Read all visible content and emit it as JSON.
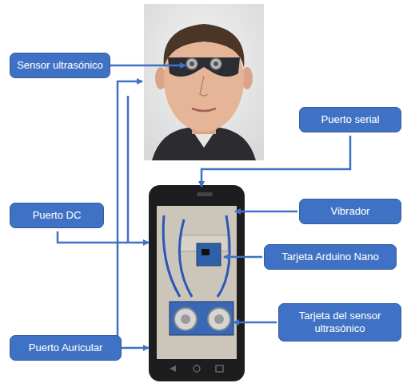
{
  "diagram": {
    "nodes": [
      {
        "text": [
          "Sensor ultrasónico"
        ]
      },
      {
        "text": [
          "Puerto serial"
        ]
      },
      {
        "text": [
          "Puerto DC"
        ]
      },
      {
        "text": [
          "Vibrador"
        ]
      },
      {
        "text": [
          "Tarjeta Arduino Nano"
        ]
      },
      {
        "text": [
          "Tarjeta del sensor ultrasónico"
        ]
      },
      {
        "text": [
          "Puerto Auricular"
        ]
      }
    ]
  }
}
